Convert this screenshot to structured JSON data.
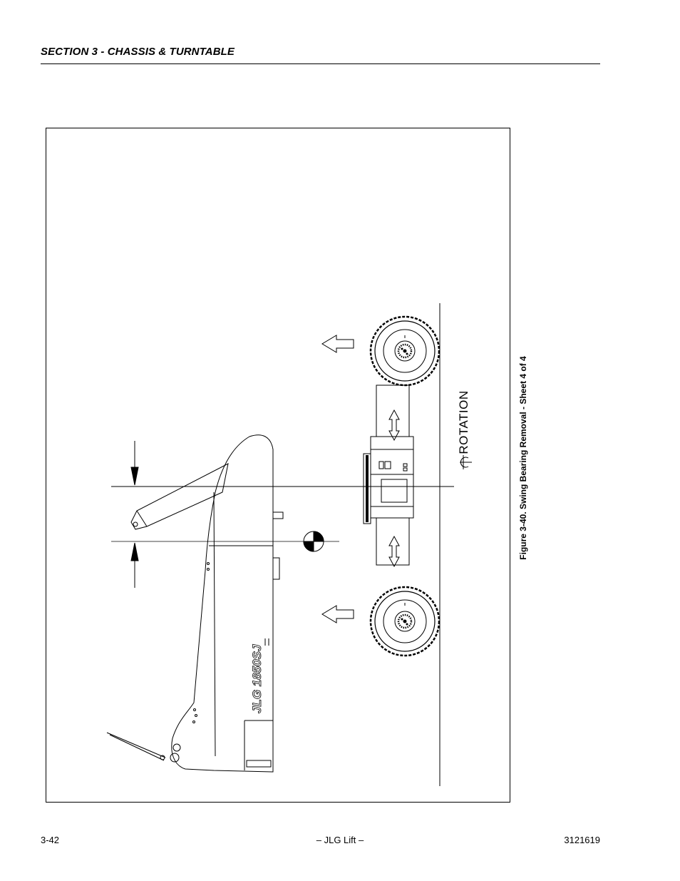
{
  "header": {
    "section_title": "SECTION 3 - CHASSIS & TURNTABLE"
  },
  "figure": {
    "caption": "Figure 3-40.  Swing Bearing Removal - Sheet 4 of 4",
    "rotation_label": "ROTATION",
    "centerline_symbol": "centerline-symbol",
    "logo_text": "JLG 1850SJ"
  },
  "footer": {
    "page_number": "3-42",
    "center_text": "– JLG Lift –",
    "doc_number": "3121619"
  }
}
